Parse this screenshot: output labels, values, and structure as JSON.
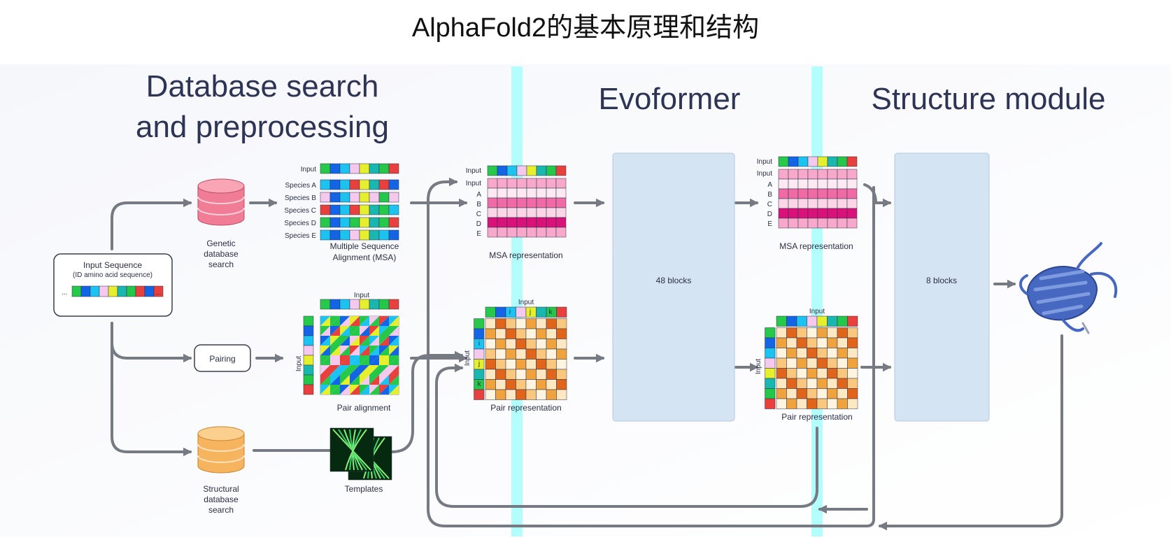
{
  "title": "AlphaFold2的基本原理和结构",
  "sections": {
    "database": [
      "Database search",
      "and preprocessing"
    ],
    "evoformer": "Evoformer",
    "structure": "Structure module"
  },
  "input_sequence": {
    "label": "Input Sequence",
    "sublabel": "(ID amino acid sequence)",
    "ellipsis_left": "...",
    "ellipsis_right": "..."
  },
  "genetic_db": [
    "Genetic",
    "database",
    "search"
  ],
  "structural_db": [
    "Structural",
    "database",
    "search"
  ],
  "pairing": "Pairing",
  "msa": {
    "input_label": "Input",
    "species": [
      "Species A",
      "Species B",
      "Species C",
      "Species D",
      "Species E"
    ],
    "caption": [
      "Multiple Sequence",
      "Alignment (MSA)"
    ]
  },
  "pair_alignment": {
    "top_label": "Input",
    "side_label": "Input",
    "caption": "Pair alignment"
  },
  "templates_caption": "Templates",
  "msa_repr": {
    "input_labels": [
      "Input",
      "Input"
    ],
    "rows": [
      "A",
      "B",
      "C",
      "D",
      "E"
    ],
    "caption": "MSA representation"
  },
  "pair_repr": {
    "top_label": "Input",
    "side_label": "Input",
    "markers": [
      "i",
      "j",
      "k"
    ],
    "caption": "Pair representation"
  },
  "evoformer_blocks": "48 blocks",
  "structure_blocks": "8 blocks",
  "colors": {
    "highlight": "#b3fdfd",
    "panel": "#d5e4f2",
    "arrow": "#767a82",
    "genetic_db": "#f07c95",
    "structural_db": "#f7b45e",
    "protein": "#4668c0"
  },
  "sequence_colors": [
    "#26c94a",
    "#1465e6",
    "#1cc3f0",
    "#f5c8ee",
    "#e6ef2c",
    "#1ab7b0",
    "#25c74a",
    "#e8403c"
  ]
}
